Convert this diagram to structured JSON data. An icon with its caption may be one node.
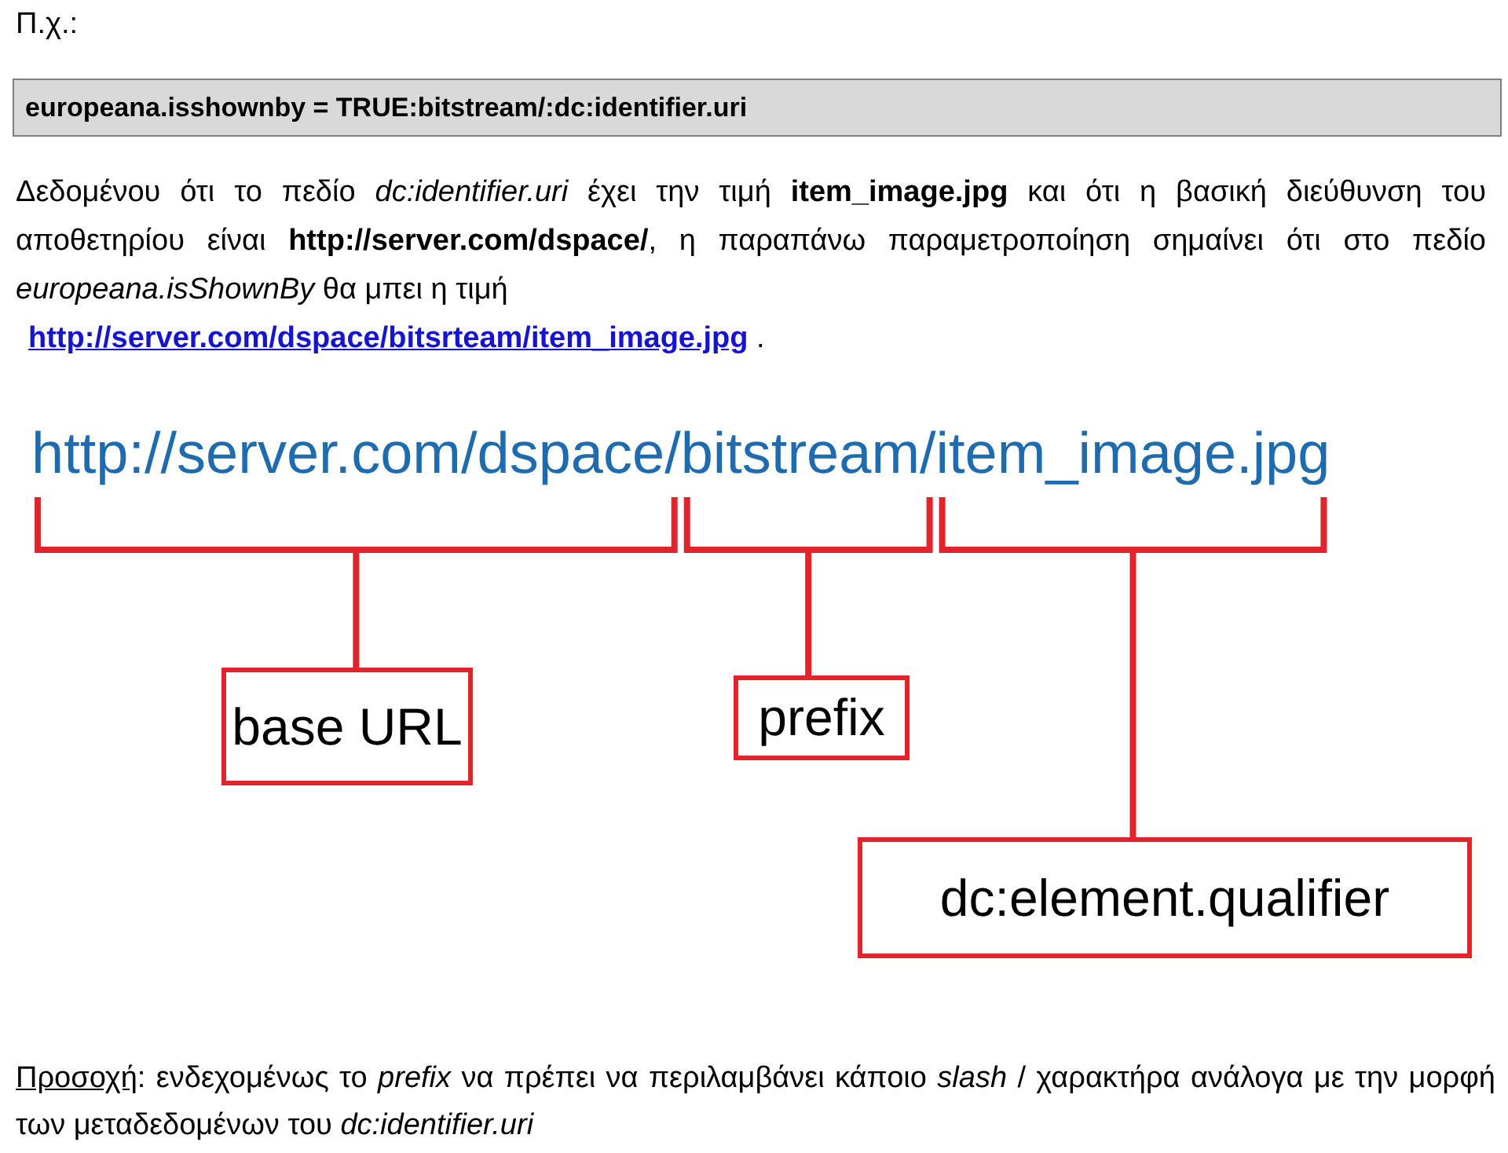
{
  "diagram": {
    "nodes": [
      {
        "text": [
          "europeana.isshownby = TRUE:bitstream/:dc:identifier.uri"
        ]
      },
      {
        "text": [
          "http://server.com/dspace/bitstream/item_image.jpg"
        ]
      },
      {
        "text": [
          "base URL"
        ]
      },
      {
        "text": [
          "prefix"
        ]
      },
      {
        "text": [
          "dc:element.qualifier"
        ]
      }
    ],
    "edges": [
      {
        "from": 2,
        "to": 1,
        "arrow": "none"
      },
      {
        "from": 3,
        "to": 1,
        "arrow": "none"
      },
      {
        "from": 4,
        "to": 1,
        "arrow": "none"
      }
    ],
    "labels": [
      "Π.χ.:",
      "Δεδομένου ότι το πεδίο *dc:identifier.uri* έχει την τιμή **item_image.jpg** και ότι η βασική διεύθυνση του αποθετηρίου είναι **http://server.com/dspace/**, η παραπάνω παραμετροποίηση σημαίνει ότι στο πεδίο *europeana.isShownBy* θα μπει η τιμή **http://server.com/dspace/bitsrteam/item_image.jpg** .",
      "Προσοχή: ενδεχομένως το *prefix* να πρέπει να περιλαμβάνει κάποιο *slash* / χαρακτήρα ανάλογα με την μορφή των μεταδεδομένων του *dc:identifier.uri*"
    ]
  }
}
